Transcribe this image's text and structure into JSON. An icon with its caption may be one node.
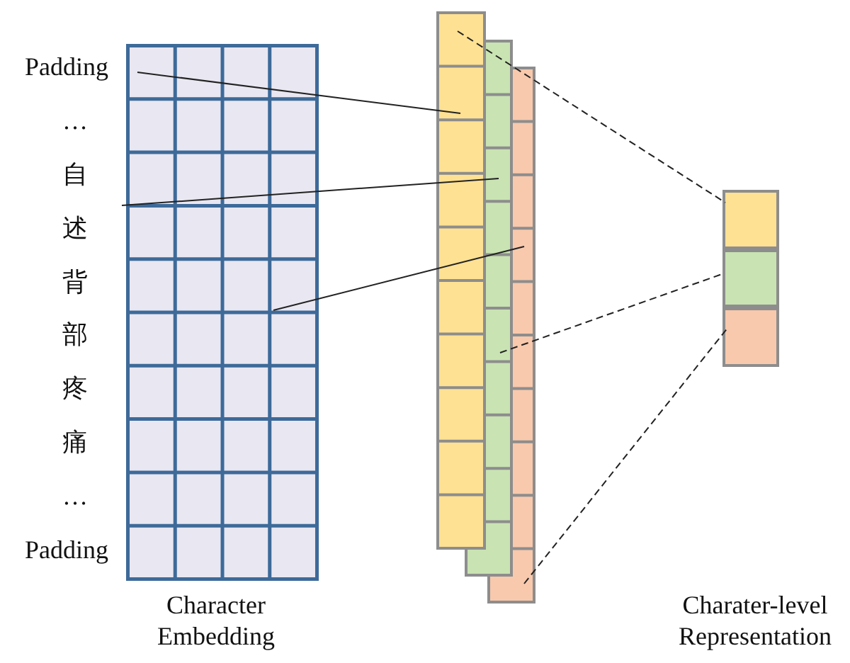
{
  "diagram": {
    "nodes": [
      {
        "text": [
          "Character Embedding"
        ]
      },
      {
        "text": [],
        "shape": "bar"
      },
      {
        "text": [
          "Charater-level Representation"
        ]
      },
      {
        "text": [],
        "shape": "box",
        "in": 2
      },
      {
        "text": [],
        "shape": "box",
        "in": 2
      },
      {
        "text": [],
        "shape": "box",
        "in": 2
      }
    ],
    "edges": [
      {
        "from": 0,
        "to": 1,
        "arrow": "none"
      },
      {
        "from": 0,
        "to": 1,
        "arrow": "none"
      },
      {
        "from": 0,
        "to": 1,
        "arrow": "none"
      },
      {
        "from": 1,
        "to": 3,
        "arrow": "none",
        "style": "dashed"
      },
      {
        "from": 1,
        "to": 4,
        "arrow": "none",
        "style": "dashed"
      },
      {
        "from": 1,
        "to": 5,
        "arrow": "none",
        "style": "dashed"
      }
    ],
    "labels": [
      "Padding",
      "…",
      "自",
      "述",
      "背",
      "部",
      "疼",
      "痛",
      "…",
      "Padding"
    ]
  }
}
